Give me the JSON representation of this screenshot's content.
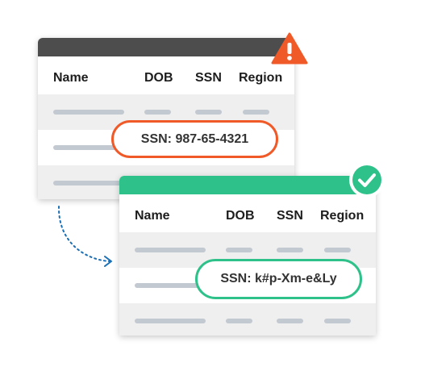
{
  "table_before": {
    "columns": [
      "Name",
      "DOB",
      "SSN",
      "Region"
    ],
    "highlight": "SSN: 987-65-4321",
    "status_icon": "warning-triangle-icon",
    "header_color": "#4d4d4d",
    "accent_color": "#f05a28"
  },
  "table_after": {
    "columns": [
      "Name",
      "DOB",
      "SSN",
      "Region"
    ],
    "highlight": "SSN: k#p-Xm-e&Ly",
    "status_icon": "check-circle-icon",
    "header_color": "#2ec18a",
    "accent_color": "#2ec18a"
  },
  "connector": {
    "style": "dotted-arrow",
    "color": "#1a6fb5"
  }
}
